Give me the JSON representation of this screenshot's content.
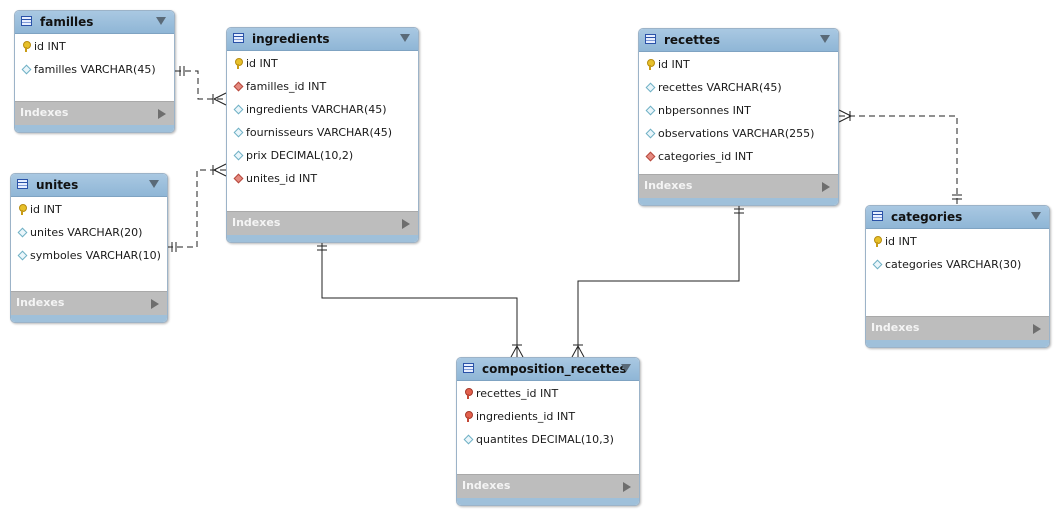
{
  "tables": [
    {
      "name": "familles",
      "rows": [
        {
          "icon": "key-icon",
          "text": "id INT"
        },
        {
          "icon": "column-diamond-icon",
          "text": "familles VARCHAR(45)"
        }
      ],
      "indexes_label": "Indexes"
    },
    {
      "name": "ingredients",
      "rows": [
        {
          "icon": "key-icon",
          "text": "id INT"
        },
        {
          "icon": "foreign-key-diamond-icon",
          "text": "familles_id INT"
        },
        {
          "icon": "column-diamond-icon",
          "text": "ingredients VARCHAR(45)"
        },
        {
          "icon": "column-diamond-icon",
          "text": "fournisseurs VARCHAR(45)"
        },
        {
          "icon": "column-diamond-icon",
          "text": "prix DECIMAL(10,2)"
        },
        {
          "icon": "foreign-key-diamond-icon",
          "text": "unites_id INT"
        }
      ],
      "indexes_label": "Indexes"
    },
    {
      "name": "recettes",
      "rows": [
        {
          "icon": "key-icon",
          "text": "id INT"
        },
        {
          "icon": "column-diamond-icon",
          "text": "recettes VARCHAR(45)"
        },
        {
          "icon": "column-diamond-icon",
          "text": "nbpersonnes INT"
        },
        {
          "icon": "column-diamond-icon",
          "text": "observations VARCHAR(255)"
        },
        {
          "icon": "foreign-key-diamond-icon",
          "text": "categories_id INT"
        }
      ],
      "indexes_label": "Indexes"
    },
    {
      "name": "unites",
      "rows": [
        {
          "icon": "key-icon",
          "text": "id INT"
        },
        {
          "icon": "column-diamond-icon",
          "text": "unites VARCHAR(20)"
        },
        {
          "icon": "column-diamond-icon",
          "text": "symboles VARCHAR(10)"
        }
      ],
      "indexes_label": "Indexes"
    },
    {
      "name": "categories",
      "rows": [
        {
          "icon": "key-icon",
          "text": "id INT"
        },
        {
          "icon": "column-diamond-icon",
          "text": "categories VARCHAR(30)"
        }
      ],
      "indexes_label": "Indexes"
    },
    {
      "name": "composition_recettes",
      "rows": [
        {
          "icon": "foreign-key-icon",
          "text": "recettes_id INT"
        },
        {
          "icon": "foreign-key-icon",
          "text": "ingredients_id INT"
        },
        {
          "icon": "column-diamond-icon",
          "text": "quantites DECIMAL(10,3)"
        }
      ],
      "indexes_label": "Indexes"
    }
  ],
  "relationships": [
    {
      "from": "familles",
      "to": "ingredients",
      "style": "dashed"
    },
    {
      "from": "unites",
      "to": "ingredients",
      "style": "dashed"
    },
    {
      "from": "categories",
      "to": "recettes",
      "style": "dashed"
    },
    {
      "from": "ingredients",
      "to": "composition_recettes",
      "style": "solid"
    },
    {
      "from": "recettes",
      "to": "composition_recettes",
      "style": "solid"
    }
  ],
  "colors": {
    "header": "#9bbfdc",
    "indexes_bar": "#bdbdbd",
    "primary_key": "#e7c02a",
    "foreign_key": "#e2604d",
    "column_diamond": "#6fb0c4",
    "connector": "#222222"
  }
}
